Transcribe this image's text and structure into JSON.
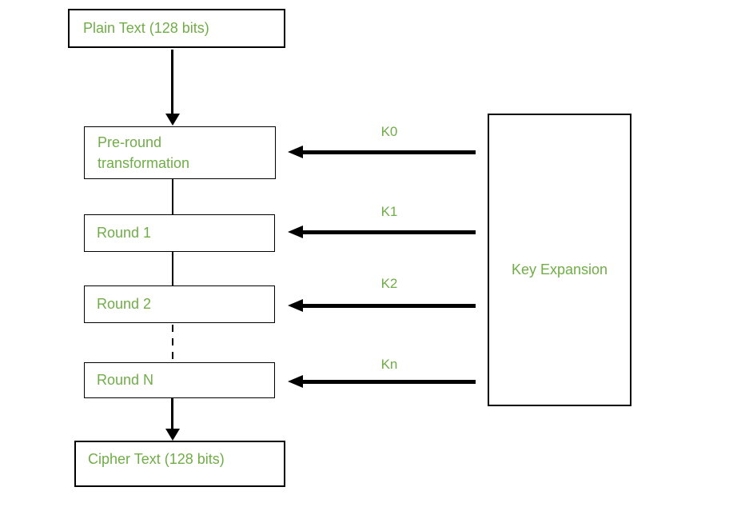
{
  "diagram": {
    "type": "flow-diagram",
    "subject": "AES encryption rounds with key expansion",
    "background_color": "#ffffff",
    "text_color": "#70AD47",
    "line_color": "#000000"
  },
  "nodes": {
    "plain_text": {
      "label": "Plain Text (128 bits)"
    },
    "pre_round": {
      "label": "Pre-round transformation"
    },
    "round_1": {
      "label": "Round 1"
    },
    "round_2": {
      "label": "Round 2"
    },
    "round_n": {
      "label": "Round N"
    },
    "cipher_text": {
      "label": "Cipher Text (128 bits)"
    },
    "key_expansion": {
      "label": "Key Expansion"
    }
  },
  "key_arrows": {
    "k0": {
      "label": "K0",
      "target": "Pre-round transformation"
    },
    "k1": {
      "label": "K1",
      "target": "Round 1"
    },
    "k2": {
      "label": "K2",
      "target": "Round 2"
    },
    "kn": {
      "label": "Kn",
      "target": "Round N"
    }
  },
  "edges": [
    {
      "from": "Plain Text (128 bits)",
      "to": "Pre-round transformation",
      "style": "arrow"
    },
    {
      "from": "Pre-round transformation",
      "to": "Round 1",
      "style": "line"
    },
    {
      "from": "Round 1",
      "to": "Round 2",
      "style": "line"
    },
    {
      "from": "Round 2",
      "to": "Round N",
      "style": "dashed"
    },
    {
      "from": "Round N",
      "to": "Cipher Text (128 bits)",
      "style": "arrow"
    },
    {
      "from": "Key Expansion",
      "to": "rounds",
      "style": "arrow"
    }
  ]
}
